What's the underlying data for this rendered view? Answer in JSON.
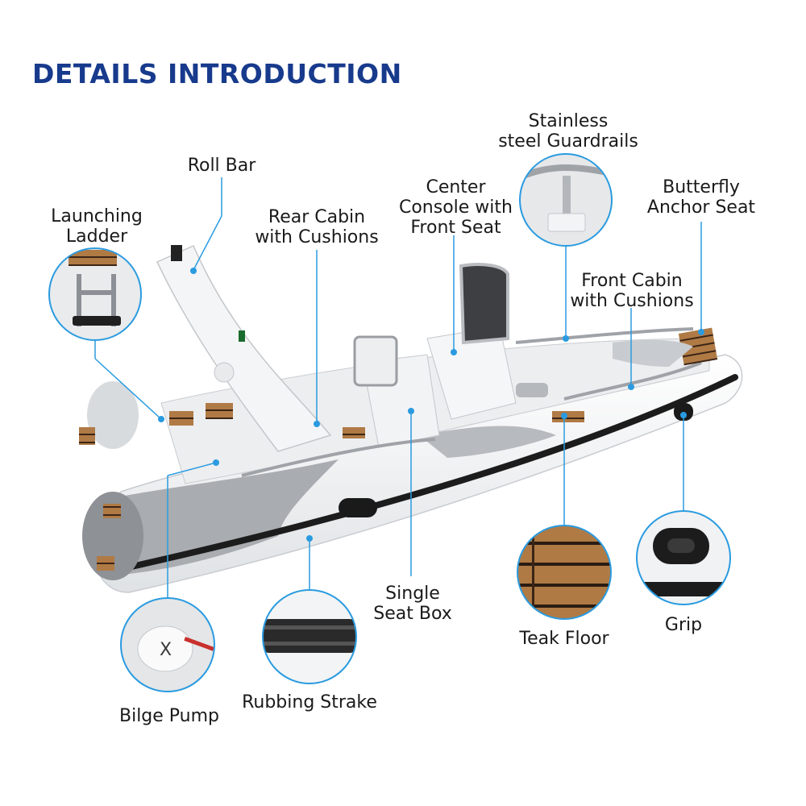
{
  "title": "DETAILS INTRODUCTION",
  "colors": {
    "title": "#173a8c",
    "leader_line": "#2a9be0",
    "hull_white": "#f3f4f5",
    "tube_grey": "#a9acb0",
    "teak": "#b07a45",
    "rubbing_strake": "#1c1c1c"
  },
  "labels": {
    "roll_bar": "Roll Bar",
    "guardrails": [
      "Stainless",
      "steel Guardrails"
    ],
    "launching_ladder": [
      "Launching",
      "Ladder"
    ],
    "rear_cabin": [
      "Rear Cabin",
      "with Cushions"
    ],
    "center_console": [
      "Center",
      "Console with",
      "Front Seat"
    ],
    "butterfly_seat": [
      "Butterfly",
      "Anchor Seat"
    ],
    "front_cabin": [
      "Front Cabin",
      "with Cushions"
    ],
    "single_seat_box": [
      "Single",
      "Seat Box"
    ],
    "teak_floor": "Teak Floor",
    "grip": "Grip",
    "bilge_pump": "Bilge Pump",
    "rubbing_strake": "Rubbing Strake"
  }
}
